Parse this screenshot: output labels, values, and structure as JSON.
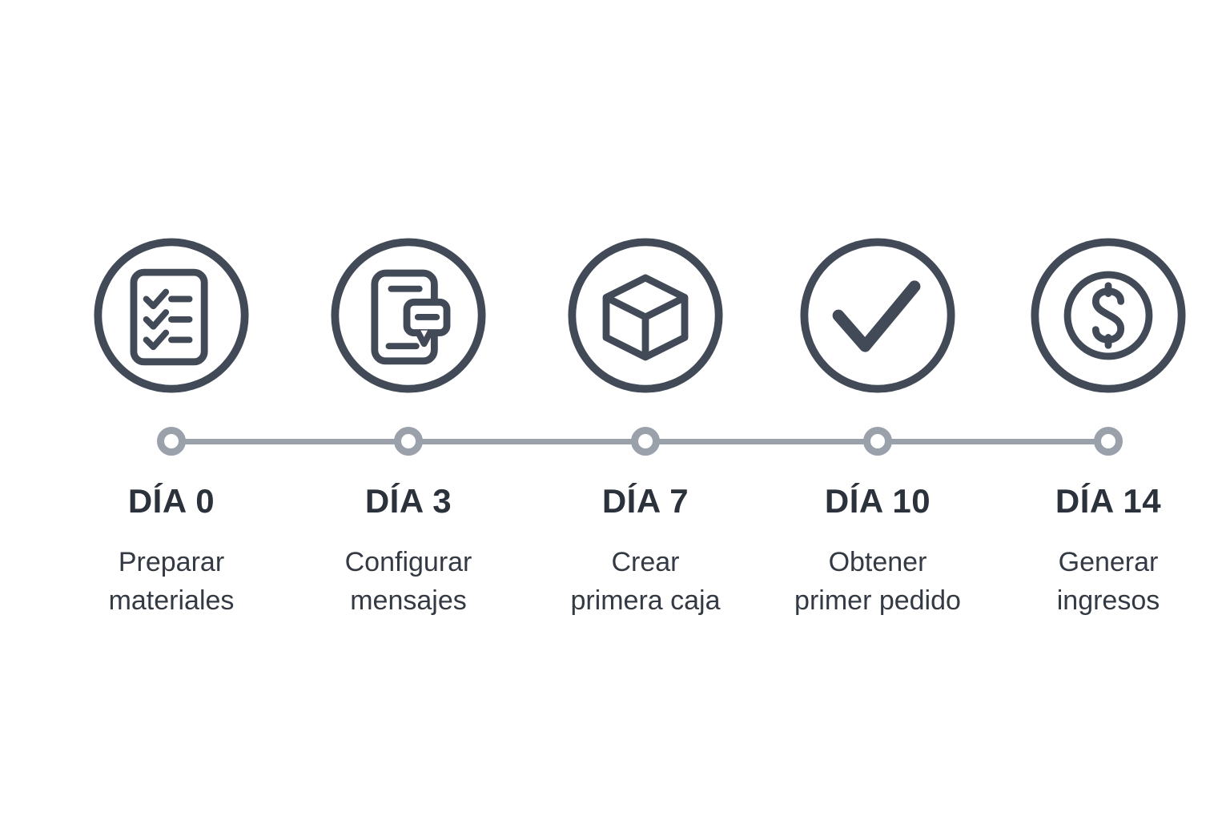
{
  "page": {
    "background_color": "#ffffff",
    "description": "Timeline infographic of a 14-day plan"
  },
  "colors": {
    "icon_stroke": "#424a57",
    "timeline_gray": "#9aa1ab",
    "day_label_text": "#2c323b",
    "task_text": "#343a43"
  },
  "timeline": {
    "milestones": [
      {
        "day_label": "DÍA 0",
        "task_lines": [
          "Preparar",
          "materiales"
        ],
        "icon": "checklist-icon"
      },
      {
        "day_label": "DÍA 3",
        "task_lines": [
          "Configurar",
          "mensajes"
        ],
        "icon": "phone-chat-icon"
      },
      {
        "day_label": "DÍA 7",
        "task_lines": [
          "Crear",
          "primera caja"
        ],
        "icon": "package-box-icon"
      },
      {
        "day_label": "DÍA 10",
        "task_lines": [
          "Obtener",
          "primer pedido"
        ],
        "icon": "checkmark-icon"
      },
      {
        "day_label": "DÍA 14",
        "task_lines": [
          "Generar",
          "ingresos"
        ],
        "icon": "dollar-coin-icon"
      }
    ]
  }
}
